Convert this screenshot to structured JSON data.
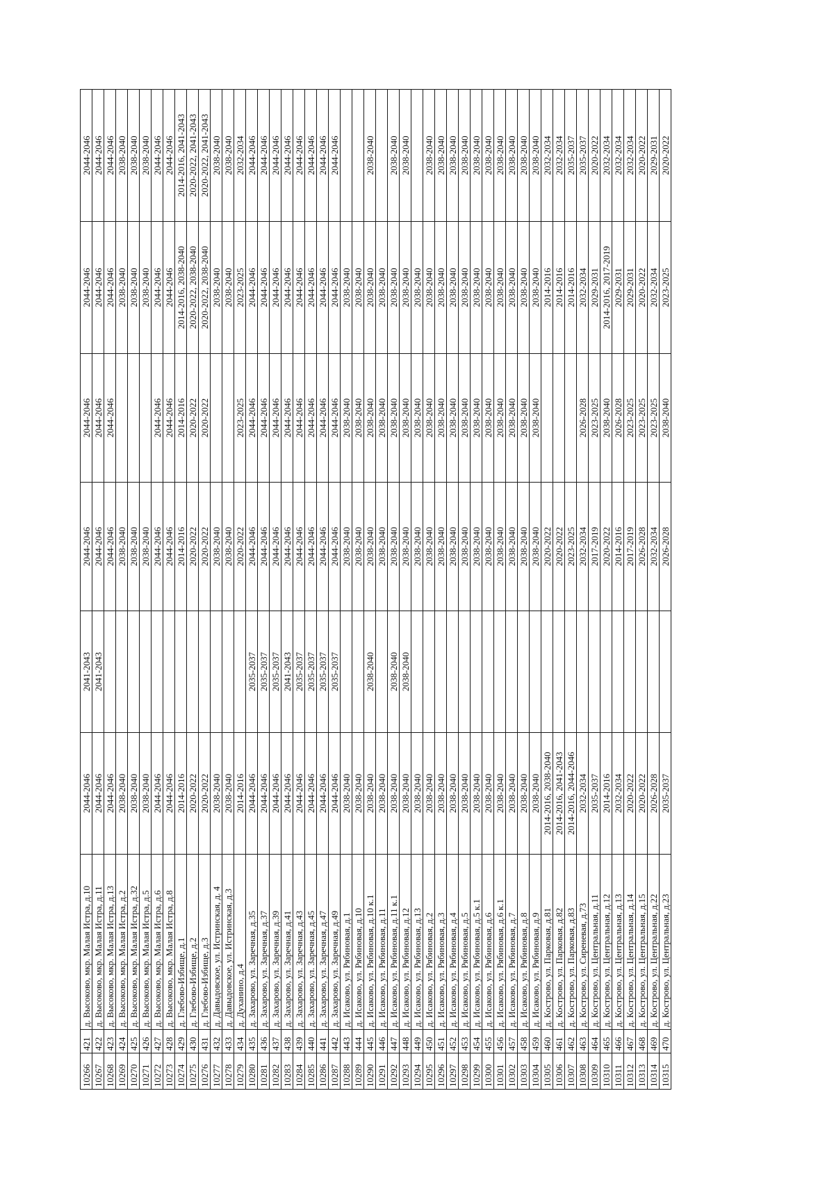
{
  "table": {
    "rows": [
      [
        "10266",
        "421",
        "д. Высоково, мкр. Малая Истра, д.10",
        "2044-2046",
        "2041-2043",
        "2044-2046",
        "2044-2046",
        "2044-2046",
        "2044-2046"
      ],
      [
        "10267",
        "422",
        "д. Высоково, мкр. Малая Истра, д.11",
        "2044-2046",
        "2041-2043",
        "2044-2046",
        "2044-2046",
        "2044-2046",
        "2044-2046"
      ],
      [
        "10268",
        "423",
        "д. Высоково, мкр. Малая Истра, д.13",
        "2044-2046",
        "",
        "2044-2046",
        "2044-2046",
        "2044-2046",
        "2044-2046"
      ],
      [
        "10269",
        "424",
        "д. Высоково, мкр. Малая Истра, д.2",
        "2038-2040",
        "",
        "2038-2040",
        "",
        "2038-2040",
        "2038-2040"
      ],
      [
        "10270",
        "425",
        "д. Высоково, мкр. Малая Истра, д.32",
        "2038-2040",
        "",
        "2038-2040",
        "",
        "2038-2040",
        "2038-2040"
      ],
      [
        "10271",
        "426",
        "д. Высоково, мкр. Малая Истра, д.5",
        "2038-2040",
        "",
        "2038-2040",
        "",
        "2038-2040",
        "2038-2040"
      ],
      [
        "10272",
        "427",
        "д. Высоково, мкр. Малая Истра, д.6",
        "2044-2046",
        "",
        "2044-2046",
        "2044-2046",
        "2044-2046",
        "2044-2046"
      ],
      [
        "10273",
        "428",
        "д. Высоково, мкр. Малая Истра, д.8",
        "2044-2046",
        "",
        "2044-2046",
        "2044-2046",
        "2044-2046",
        "2044-2046"
      ],
      [
        "10274",
        "429",
        "д. Глебово-Избище, д.1",
        "2014-2016",
        "",
        "2014-2016",
        "2014-2016",
        "2014-2016, 2038-2040",
        "2014-2016, 2041-2043"
      ],
      [
        "10275",
        "430",
        "д. Глебово-Избище, д.2",
        "2020-2022",
        "",
        "2020-2022",
        "2020-2022",
        "2020-2022, 2038-2040",
        "2020-2022, 2041-2043"
      ],
      [
        "10276",
        "431",
        "д. Глебово-Избище, д.3",
        "2020-2022",
        "",
        "2020-2022",
        "2020-2022",
        "2020-2022, 2038-2040",
        "2020-2022, 2041-2043"
      ],
      [
        "10277",
        "432",
        "д. Давыдовское, ул. Истринская, д. 4",
        "2038-2040",
        "",
        "2038-2040",
        "",
        "2038-2040",
        "2038-2040"
      ],
      [
        "10278",
        "433",
        "д. Давыдовское, ул. Истринская, д.3",
        "2038-2040",
        "",
        "2038-2040",
        "",
        "2038-2040",
        "2038-2040"
      ],
      [
        "10279",
        "434",
        "д. Духанино, д.4",
        "2014-2016",
        "",
        "2020-2022",
        "2023-2025",
        "2023-2025",
        "2032-2034"
      ],
      [
        "10280",
        "435",
        "д. Захарово, ул. Заречная, д.35",
        "2044-2046",
        "2035-2037",
        "2044-2046",
        "2044-2046",
        "2044-2046",
        "2044-2046"
      ],
      [
        "10281",
        "436",
        "д. Захарово, ул. Заречная, д.37",
        "2044-2046",
        "2035-2037",
        "2044-2046",
        "2044-2046",
        "2044-2046",
        "2044-2046"
      ],
      [
        "10282",
        "437",
        "д. Захарово, ул. Заречная, д.39",
        "2044-2046",
        "2035-2037",
        "2044-2046",
        "2044-2046",
        "2044-2046",
        "2044-2046"
      ],
      [
        "10283",
        "438",
        "д. Захарово, ул. Заречная, д.41",
        "2044-2046",
        "2041-2043",
        "2044-2046",
        "2044-2046",
        "2044-2046",
        "2044-2046"
      ],
      [
        "10284",
        "439",
        "д. Захарово, ул. Заречная, д.43",
        "2044-2046",
        "2035-2037",
        "2044-2046",
        "2044-2046",
        "2044-2046",
        "2044-2046"
      ],
      [
        "10285",
        "440",
        "д. Захарово, ул. Заречная, д.45",
        "2044-2046",
        "2035-2037",
        "2044-2046",
        "2044-2046",
        "2044-2046",
        "2044-2046"
      ],
      [
        "10286",
        "441",
        "д. Захарово, ул. Заречная, д.47",
        "2044-2046",
        "2035-2037",
        "2044-2046",
        "2044-2046",
        "2044-2046",
        "2044-2046"
      ],
      [
        "10287",
        "442",
        "д. Захарово, ул. Заречная, д.49",
        "2044-2046",
        "2035-2037",
        "2044-2046",
        "2044-2046",
        "2044-2046",
        "2044-2046"
      ],
      [
        "10288",
        "443",
        "д. Исаково, ул. Рябиновая, д.1",
        "2038-2040",
        "",
        "2038-2040",
        "2038-2040",
        "2038-2040",
        ""
      ],
      [
        "10289",
        "444",
        "д. Исаково, ул. Рябиновая, д.10",
        "2038-2040",
        "",
        "2038-2040",
        "2038-2040",
        "2038-2040",
        ""
      ],
      [
        "10290",
        "445",
        "д. Исаково, ул. Рябиновая, д.10 к.1",
        "2038-2040",
        "2038-2040",
        "2038-2040",
        "2038-2040",
        "2038-2040",
        "2038-2040"
      ],
      [
        "10291",
        "446",
        "д. Исаково, ул. Рябиновая, д.11",
        "2038-2040",
        "",
        "2038-2040",
        "2038-2040",
        "2038-2040",
        ""
      ],
      [
        "10292",
        "447",
        "д. Исаково, ул. Рябиновая, д.11 к.1",
        "2038-2040",
        "2038-2040",
        "2038-2040",
        "2038-2040",
        "2038-2040",
        "2038-2040"
      ],
      [
        "10293",
        "448",
        "д. Исаково, ул. Рябиновая, д.12",
        "2038-2040",
        "2038-2040",
        "2038-2040",
        "2038-2040",
        "2038-2040",
        "2038-2040"
      ],
      [
        "10294",
        "449",
        "д. Исаково, ул. Рябиновая, д.13",
        "2038-2040",
        "",
        "2038-2040",
        "2038-2040",
        "2038-2040",
        ""
      ],
      [
        "10295",
        "450",
        "д. Исаково, ул. Рябиновая, д.2",
        "2038-2040",
        "",
        "2038-2040",
        "2038-2040",
        "2038-2040",
        "2038-2040"
      ],
      [
        "10296",
        "451",
        "д. Исаково, ул. Рябиновая, д.3",
        "2038-2040",
        "",
        "2038-2040",
        "2038-2040",
        "2038-2040",
        "2038-2040"
      ],
      [
        "10297",
        "452",
        "д. Исаково, ул. Рябиновая, д.4",
        "2038-2040",
        "",
        "2038-2040",
        "2038-2040",
        "2038-2040",
        "2038-2040"
      ],
      [
        "10298",
        "453",
        "д. Исаково, ул. Рябиновая, д.5",
        "2038-2040",
        "",
        "2038-2040",
        "2038-2040",
        "2038-2040",
        "2038-2040"
      ],
      [
        "10299",
        "454",
        "д. Исаково, ул. Рябиновая, д.5 к.1",
        "2038-2040",
        "",
        "2038-2040",
        "2038-2040",
        "2038-2040",
        "2038-2040"
      ],
      [
        "10300",
        "455",
        "д. Исаково, ул. Рябиновая, д.6",
        "2038-2040",
        "",
        "2038-2040",
        "2038-2040",
        "2038-2040",
        "2038-2040"
      ],
      [
        "10301",
        "456",
        "д. Исаково, ул. Рябиновая, д.6 к.1",
        "2038-2040",
        "",
        "2038-2040",
        "2038-2040",
        "2038-2040",
        "2038-2040"
      ],
      [
        "10302",
        "457",
        "д. Исаково, ул. Рябиновая, д.7",
        "2038-2040",
        "",
        "2038-2040",
        "2038-2040",
        "2038-2040",
        "2038-2040"
      ],
      [
        "10303",
        "458",
        "д. Исаково, ул. Рябиновая, д.8",
        "2038-2040",
        "",
        "2038-2040",
        "2038-2040",
        "2038-2040",
        "2038-2040"
      ],
      [
        "10304",
        "459",
        "д. Исаково, ул. Рябиновая, д.9",
        "2038-2040",
        "",
        "2038-2040",
        "2038-2040",
        "2038-2040",
        "2038-2040"
      ],
      [
        "10305",
        "460",
        "д. Кострово, ул. Парковая, д.81",
        "2014-2016, 2038-2040",
        "",
        "2020-2022",
        "",
        "2014-2016",
        "2032-2034"
      ],
      [
        "10306",
        "461",
        "д. Кострово, ул. Парковая, д.82",
        "2014-2016, 2041-2043",
        "",
        "2020-2022",
        "",
        "2014-2016",
        "2032-2034"
      ],
      [
        "10307",
        "462",
        "д. Кострово, ул. Парковая, д.83",
        "2014-2016, 2044-2046",
        "",
        "2023-2025",
        "",
        "2014-2016",
        "2035-2037"
      ],
      [
        "10308",
        "463",
        "д. Кострово, ул. Сиреневая, д.73",
        "2032-2034",
        "",
        "2032-2034",
        "2026-2028",
        "2032-2034",
        "2035-2037"
      ],
      [
        "10309",
        "464",
        "д. Кострово, ул. Центральная, д.11",
        "2035-2037",
        "",
        "2017-2019",
        "2023-2025",
        "2029-2031",
        "2020-2022"
      ],
      [
        "10310",
        "465",
        "д. Кострово, ул. Центральная, д.12",
        "2014-2016",
        "",
        "2020-2022",
        "2038-2040",
        "2014-2016, 2017-2019",
        "2032-2034"
      ],
      [
        "10311",
        "466",
        "д. Кострово, ул. Центральная, д.13",
        "2032-2034",
        "",
        "2014-2016",
        "2026-2028",
        "2029-2031",
        "2032-2034"
      ],
      [
        "10312",
        "467",
        "д. Кострово, ул. Центральная, д.14",
        "2020-2022",
        "",
        "2017-2019",
        "2023-2025",
        "2029-2031",
        "2032-2034"
      ],
      [
        "10313",
        "468",
        "д. Кострово, ул. Центральная, д.15",
        "2020-2022",
        "",
        "2026-2028",
        "2023-2025",
        "2020-2022",
        "2020-2022"
      ],
      [
        "10314",
        "469",
        "д. Кострово, ул. Центральная, д.22",
        "2026-2028",
        "",
        "2032-2034",
        "2023-2025",
        "2032-2034",
        "2029-2031"
      ],
      [
        "10315",
        "470",
        "д. Кострово, ул. Центральная, д.23",
        "2035-2037",
        "",
        "2026-2028",
        "2038-2040",
        "2023-2025",
        "2020-2022"
      ]
    ]
  }
}
